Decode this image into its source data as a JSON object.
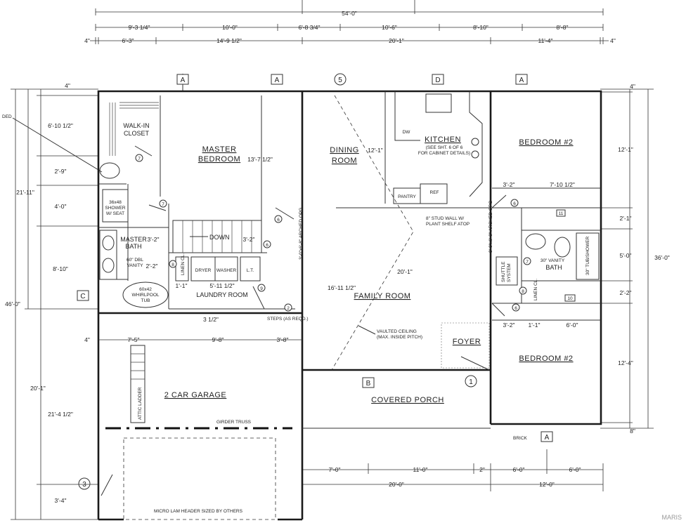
{
  "dims_top_overall": "54'-0\"",
  "dims_top_row2": [
    "9'-3 1/4\"",
    "10'-0\"",
    "6'-8 3/4\"",
    "10'-6\"",
    "8'-10\"",
    "8'-8\""
  ],
  "dims_top_row3": [
    "4\"",
    "6'-3\"",
    "14'-9 1/2\"",
    "20'-1\"",
    "11'-4\"",
    "4\""
  ],
  "dims_bottom_row1": [
    "7'-0\"",
    "11'-0\"",
    "2\"",
    "6'-0\"",
    "6'-0\""
  ],
  "dims_bottom_row2": [
    "20'-0\"",
    "12'-0\""
  ],
  "dims_left_outer": [
    "21'-11\"",
    "46'-0\"",
    "20'-1\""
  ],
  "dims_left_inner": [
    "4\"",
    "6'-10 1/2\"",
    "2'-9\"",
    "4'-0\"",
    "8'-10\"",
    "21'-4 1/2\"",
    "3'-4\""
  ],
  "dims_right_inner": [
    "4\"",
    "12'-1\"",
    "2'-1\"",
    "5'-0\"",
    "2'-2\"",
    "12'-4\"",
    "8\""
  ],
  "dims_right_outer": "36'-0\"",
  "dims_interior": {
    "master_height": "13'-7 1/2\"",
    "dining_height": "12'-1\"",
    "family_width": "20'-1\"",
    "family_height": "16'-11 1/2\"",
    "stair_left": "3'-2\"",
    "stair_right": "3'-2\"",
    "bath_2_2": "2'-2\"",
    "laundry_left": "1'-1\"",
    "laundry_width": "5'-11 1/2\"",
    "steps_gap": "3 1/2\"",
    "garage_row": [
      "4\"",
      "7'-5\"",
      "9'-8\"",
      "3'-8\""
    ],
    "bed_row_top": [
      "3'-2\"",
      "7'-10 1/2\""
    ],
    "bed_row_bottom": [
      "3'-2\"",
      "1'-1\"",
      "6'-0\""
    ]
  },
  "rooms": {
    "master_bedroom": [
      "MASTER",
      "BEDROOM"
    ],
    "dining_room": [
      "DINING",
      "ROOM"
    ],
    "kitchen": "KITCHEN",
    "kitchen_note": [
      "(SEE SHT. 6 OF 6",
      "FOR CABINET DETAILS)"
    ],
    "bedroom_top": "BEDROOM #2",
    "bedroom_bottom": "BEDROOM #2",
    "family_room": "FAMILY ROOM",
    "foyer": "FOYER",
    "covered_porch": "COVERED PORCH",
    "garage": "2 CAR GARAGE",
    "laundry_room": "LAUNDRY ROOM",
    "master_bath": [
      "MASTER",
      "BATH"
    ],
    "bath": "BATH",
    "walk_in_closet": [
      "WALK-IN",
      "CLOSET"
    ]
  },
  "labels": {
    "down": "DOWN",
    "dryer": "DRYER",
    "washer": "WASHER",
    "lt": "L.T.",
    "linen_cl": "LINEN CL.",
    "linen_cl_2": "LINEN CL.",
    "dw": "DW",
    "pantry": "PANTRY",
    "ref": "REF",
    "shower": [
      "36x48",
      "SHOWER",
      "W/ SEAT"
    ],
    "whirlpool": [
      "60x42",
      "WHIRLPOOL",
      "TUB"
    ],
    "vanity_master": [
      "60\" DBL",
      "VANITY"
    ],
    "vanity_bath": "30\" VANITY",
    "tub_shower": "30\" TUB/SHOWER",
    "shuttle_system": [
      "SHUTTLE",
      "SYSTEM"
    ],
    "stud_wall": [
      "8\" STUD WALL W/",
      "PLANT SHELF ATOP"
    ],
    "vaulted": [
      "VAULTED CEILING",
      "(MAX. INSIDE PITCH)"
    ],
    "girder_truss": "GIRDER TRUSS",
    "attic_ladder": "ATTIC LADDER",
    "steps": "STEPS (AS REQD.)",
    "brick": "BRICK",
    "micro_lam": "MICRO LAM HEADER SIZED BY OTHERS",
    "arched_opening_1": "3'-0\"x6'-8\" ARCHED OPG",
    "arched_opening_2": "3'-0\"x6'-8\" ARCHED OPG",
    "ded": "DED",
    "watermark": "MARIS"
  },
  "callouts": {
    "A": "A",
    "B": "B",
    "C": "C",
    "D": "D",
    "five": "5",
    "one": "1",
    "two": "2",
    "three": "3",
    "six": "6",
    "seven": "7",
    "eight": "8",
    "nine": "9",
    "ten": "10",
    "eleven": "11"
  }
}
